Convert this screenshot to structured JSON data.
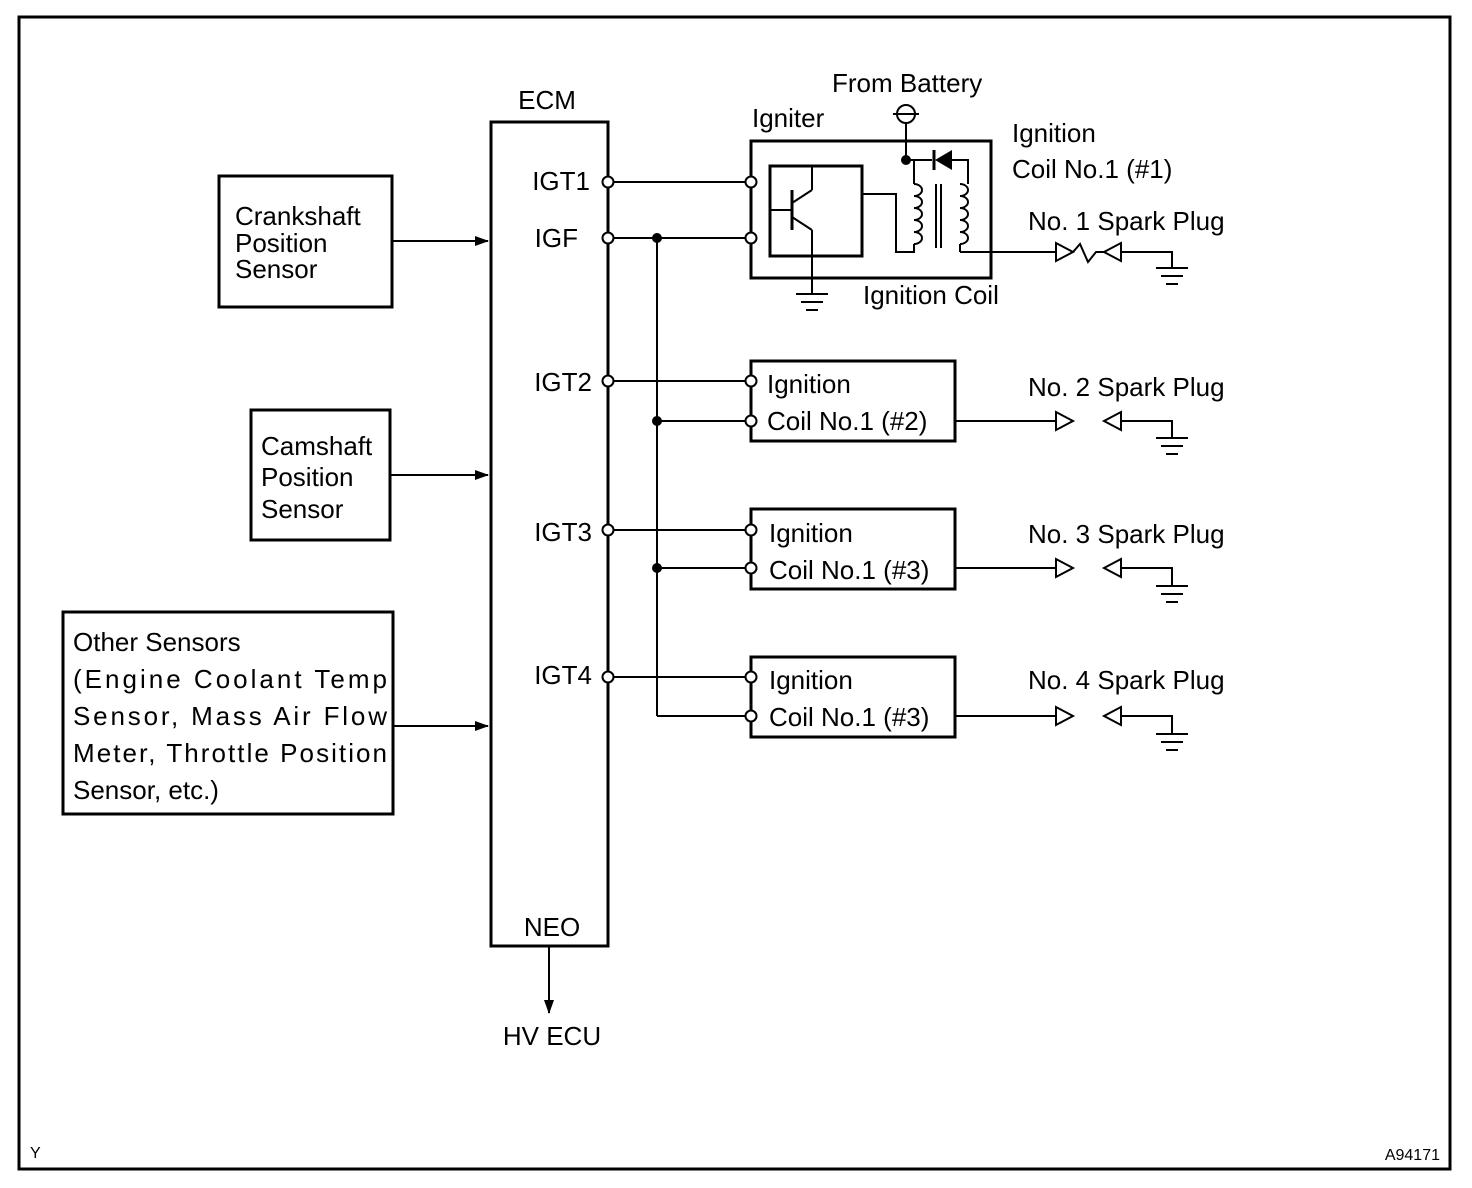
{
  "ecm": {
    "title": "ECM",
    "pins": {
      "igt1": "IGT1",
      "igf": "IGF",
      "igt2": "IGT2",
      "igt3": "IGT3",
      "igt4": "IGT4",
      "neo": "NEO"
    }
  },
  "hv_ecu": "HV ECU",
  "sensors": {
    "crankshaft": [
      "Crankshaft",
      "Position",
      "Sensor"
    ],
    "camshaft": [
      "Camshaft",
      "Position",
      "Sensor"
    ],
    "other": [
      "Other Sensors",
      "(Engine Coolant Temp",
      "Sensor, Mass Air Flow",
      "Meter, Throttle Position",
      "Sensor, etc.)"
    ]
  },
  "igniter": {
    "label": "Igniter",
    "from_battery": "From Battery",
    "ignition_coil": "Ignition Coil",
    "coil_title": [
      "Ignition",
      "Coil No.1 (#1)"
    ]
  },
  "coils": [
    [
      "Ignition",
      "Coil No.1 (#2)"
    ],
    [
      "Ignition",
      "Coil No.1 (#3)"
    ],
    [
      "Ignition",
      "Coil No.1 (#3)"
    ]
  ],
  "spark_plugs": [
    "No. 1 Spark Plug",
    "No. 2 Spark Plug",
    "No. 3 Spark Plug",
    "No. 4 Spark Plug"
  ],
  "footer": {
    "left_mark": "Y",
    "figure_code": "A94171"
  }
}
